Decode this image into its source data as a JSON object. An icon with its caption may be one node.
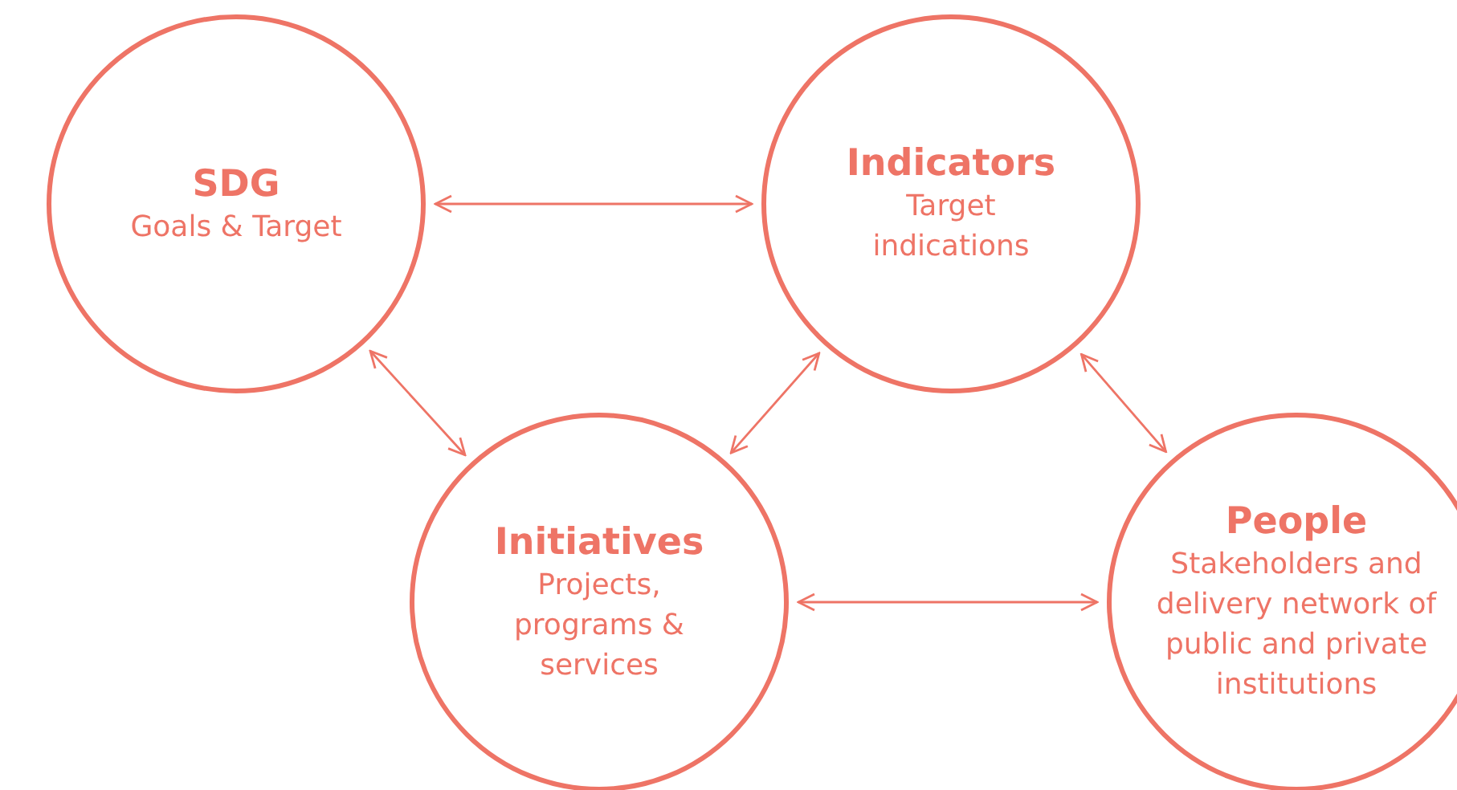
{
  "diagram": {
    "nodes": [
      {
        "text": [
          "SDG",
          "Goals & Target"
        ]
      },
      {
        "text": [
          "Indicators",
          "Target indications"
        ]
      },
      {
        "text": [
          "Initiatives",
          "Projects, programs & services"
        ]
      },
      {
        "text": [
          "People",
          "Stakeholders and delivery network of public and private institutions"
        ]
      }
    ],
    "edges": [
      {
        "from": 0,
        "to": 1,
        "arrow": "both"
      },
      {
        "from": 0,
        "to": 2,
        "arrow": "both"
      },
      {
        "from": 2,
        "to": 1,
        "arrow": "both"
      },
      {
        "from": 1,
        "to": 3,
        "arrow": "both"
      },
      {
        "from": 2,
        "to": 3,
        "arrow": "both"
      }
    ]
  }
}
